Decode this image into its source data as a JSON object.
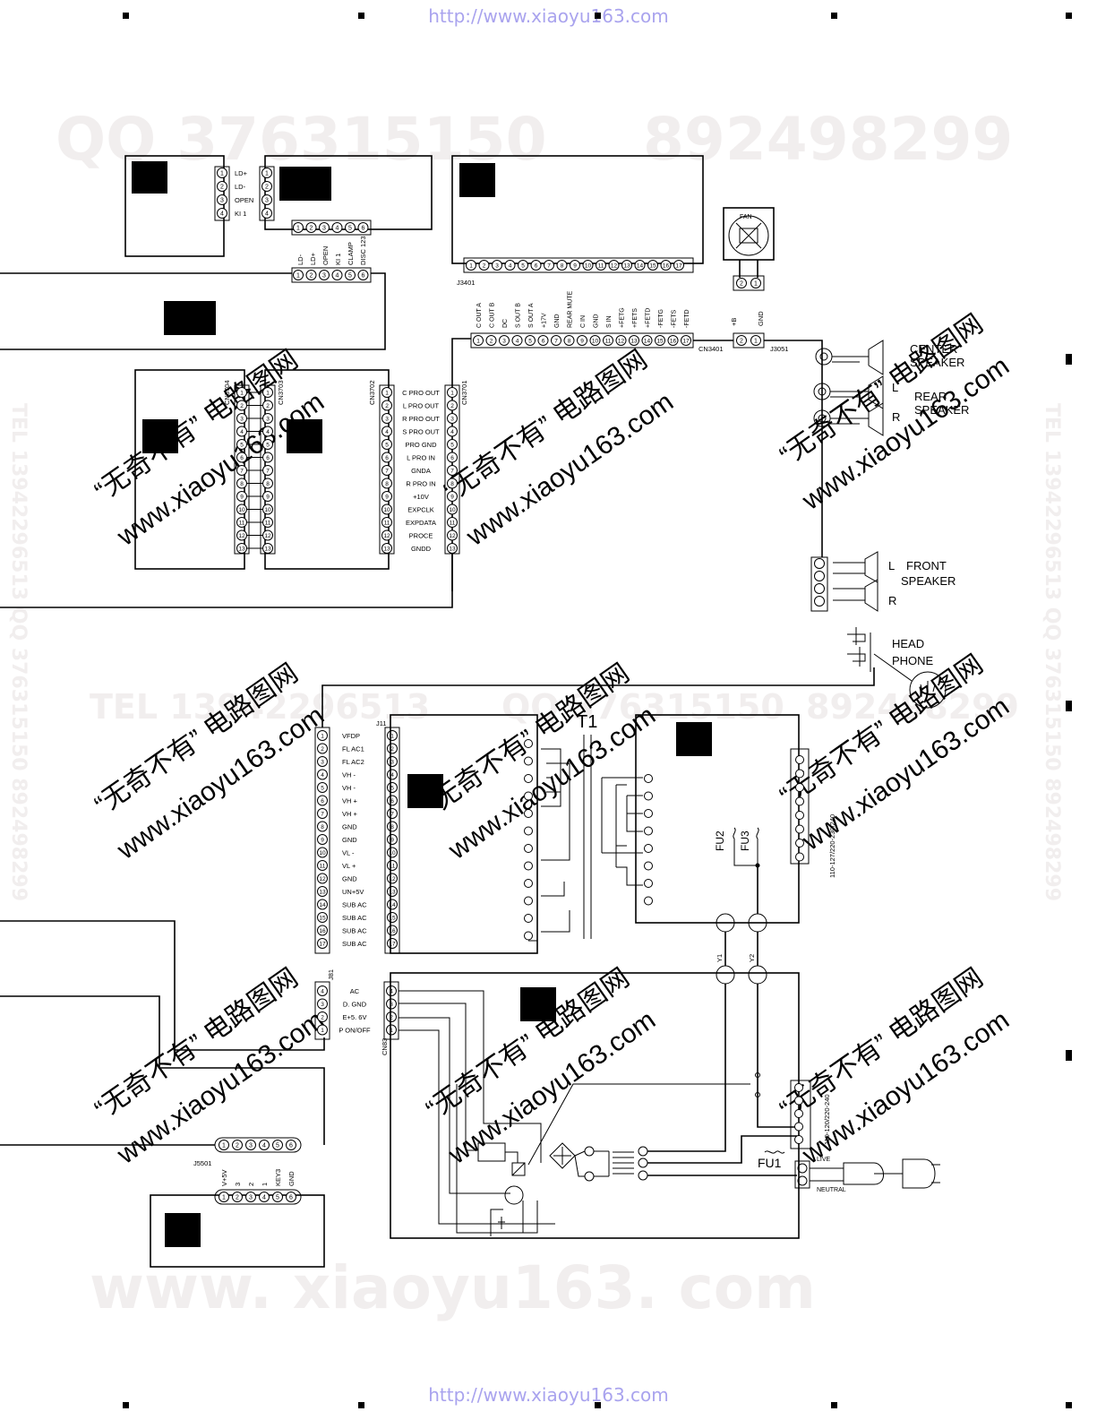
{
  "watermark_url": "http://www.xiaoyu163.com",
  "watermarks": {
    "qq_top_left": "QQ 376315150",
    "qq_top_right": "892498299",
    "tel_mid": "TEL 13942296513",
    "qq_mid": "QQ 376315150",
    "qq_mid_right": "892498299",
    "bottom_url": "www. xiaoyu163. com",
    "side_text": "TEL 13942296513  QQ 376315150  892498299",
    "diag_cn": "“无奇不有” 电路图网",
    "diag_url": "www.xiaoyu163.com"
  },
  "pickup_connector": {
    "labels": [
      "LD+",
      "LD-",
      "OPEN",
      "KI 1"
    ],
    "pins": [
      "1",
      "2",
      "3",
      "4"
    ]
  },
  "loader_connector": {
    "labels": [
      "LD-",
      "LD+",
      "OPEN",
      "KI 1",
      "CLAMP",
      "DISC 123"
    ]
  },
  "cn3401": {
    "ref_top": "J3401",
    "ref": "CN3401",
    "labels": [
      "C OUT A",
      "C OUT B",
      "DC",
      "S OUT B",
      "S OUT A",
      "+17V",
      "GND",
      "REAR MUTE",
      "C IN",
      "GND",
      "S IN",
      "+FETG",
      "+FETS",
      "+FETD",
      "-FETG",
      "-FETS",
      "-FETD"
    ],
    "pins": [
      "1",
      "2",
      "3",
      "4",
      "5",
      "6",
      "7",
      "8",
      "9",
      "10",
      "11",
      "12",
      "13",
      "14",
      "15",
      "16",
      "17"
    ]
  },
  "fan": {
    "label": "FAN",
    "pin_labels": [
      "+B",
      "GND"
    ],
    "ref": "J3051"
  },
  "cn3702": {
    "ref_left": "CN3704",
    "ref_mid": "CN3703",
    "ref": "CN3702",
    "ref_right": "CN3701",
    "labels": [
      "C PRO OUT",
      "L PRO OUT",
      "R PRO OUT",
      "S PRO OUT",
      "PRO GND",
      "L PRO IN",
      "GNDA",
      "R PRO IN",
      "+10V",
      "EXPCLK",
      "EXPDATA",
      "PROCE",
      "GNDD"
    ],
    "pins": [
      "1",
      "2",
      "3",
      "4",
      "5",
      "6",
      "7",
      "8",
      "9",
      "10",
      "11",
      "12",
      "13"
    ]
  },
  "speakers": {
    "center": "CENTER\nSPEAKER",
    "center_l1": "CENTER",
    "center_l2": "SPEAKER",
    "rear_l": "L",
    "rear_r": "R",
    "rear_l1": "REAR",
    "rear_l2": "SPEAKER",
    "front_l": "L",
    "front_r": "R",
    "front_l1": "FRONT",
    "front_l2": "SPEAKER",
    "head_l1": "HEAD",
    "head_l2": "PHONE"
  },
  "j11": {
    "ref": "J11",
    "labels": [
      "VFDP",
      "FL AC1",
      "FL AC2",
      "VH -",
      "VH -",
      "VH +",
      "VH +",
      "GND",
      "GND",
      "VL -",
      "VL +",
      "GND",
      "UN+5V",
      "SUB AC",
      "SUB AC",
      "SUB AC",
      "SUB AC"
    ],
    "pins": [
      "1",
      "2",
      "3",
      "4",
      "5",
      "6",
      "7",
      "8",
      "9",
      "10",
      "11",
      "12",
      "13",
      "14",
      "15",
      "16",
      "17"
    ]
  },
  "transformer": {
    "label": "T1"
  },
  "fuses": {
    "fu2": "FU2",
    "fu3": "FU3",
    "fu1": "FU1"
  },
  "voltage_top": "110-127/220-230/240",
  "voltage_bottom": "110-120/220-240",
  "y_labels": [
    "Y1",
    "Y2"
  ],
  "j81": {
    "ref": "J81",
    "labels": [
      "AC",
      "D. GND",
      "E+5. 6V",
      "P ON/OFF"
    ],
    "pins": [
      "4",
      "3",
      "2",
      "1"
    ],
    "ref_right": "CN83"
  },
  "j5501": {
    "ref": "J5501",
    "pins": [
      "1",
      "2",
      "3",
      "4",
      "5",
      "6"
    ]
  },
  "key_connector": {
    "labels": [
      "V+5V",
      "3",
      "2",
      "1",
      "KEY3",
      "GND"
    ],
    "pins": [
      "1",
      "2",
      "3",
      "4",
      "5",
      "6"
    ]
  },
  "power_plug": {
    "live": "LIVE",
    "neutral": "NEUTRAL"
  }
}
